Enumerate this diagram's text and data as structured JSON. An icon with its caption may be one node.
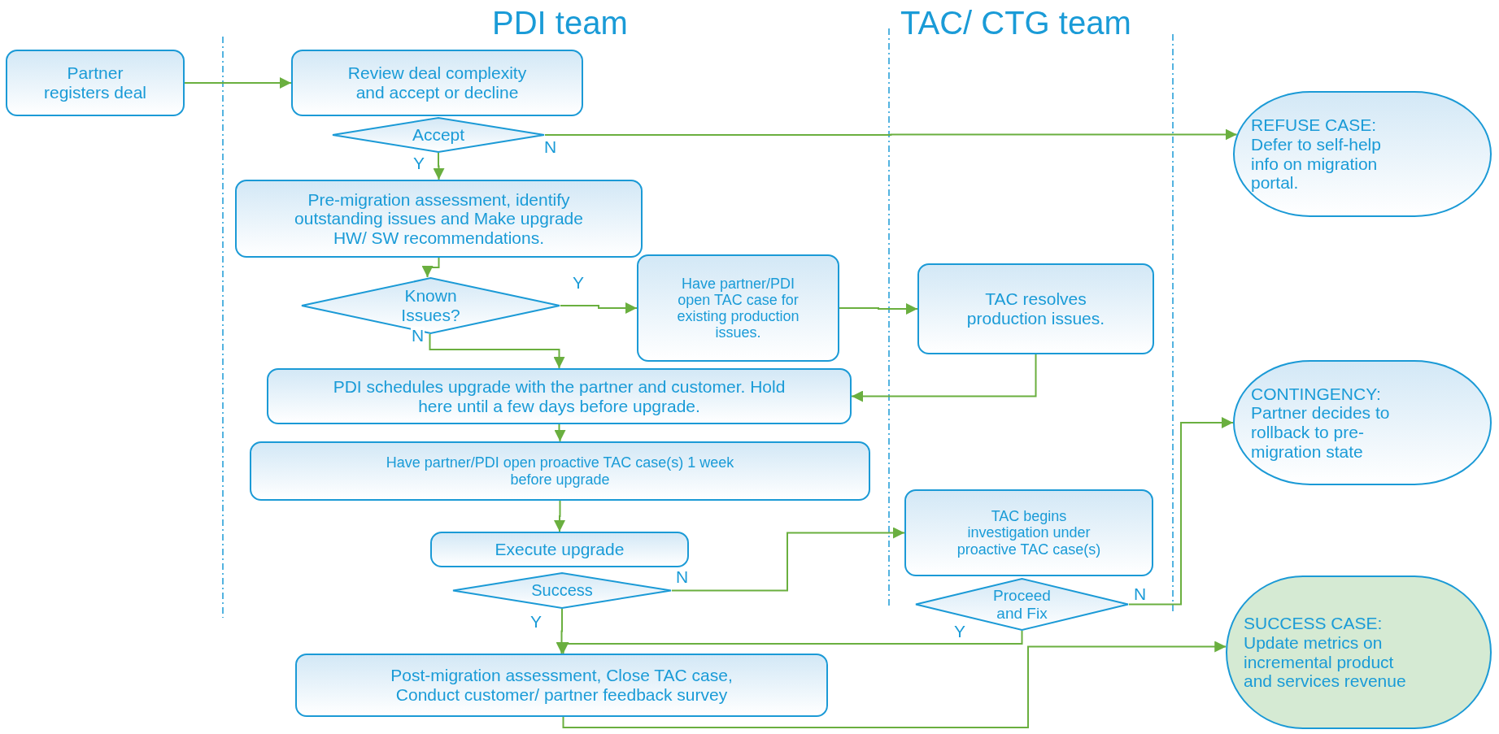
{
  "diagram": {
    "nodes": [
      {
        "text": [
          "Partner registers deal"
        ]
      },
      {
        "text": [
          "Review deal complexity and accept or decline"
        ]
      },
      {
        "text": [
          "Accept"
        ]
      },
      {
        "text": [
          "Pre-migration assessment, identify outstanding issues and Make upgrade HW/ SW recommendations."
        ]
      },
      {
        "text": [
          "Known Issues?"
        ]
      },
      {
        "text": [
          "Have partner/PDI open TAC case for existing production issues."
        ]
      },
      {
        "text": [
          "TAC resolves production issues."
        ]
      },
      {
        "text": [
          "PDI schedules upgrade with the partner and customer. Hold here until a few days before upgrade."
        ]
      },
      {
        "text": [
          "Have partner/PDI open proactive TAC case(s) 1 week before upgrade"
        ]
      },
      {
        "text": [
          "Execute upgrade"
        ]
      },
      {
        "text": [
          "Success"
        ]
      },
      {
        "text": [
          "Post-migration assessment, Close TAC case, Conduct customer/ partner feedback survey"
        ]
      },
      {
        "text": [
          "TAC begins investigation under proactive TAC case(s)"
        ]
      },
      {
        "text": [
          "Proceed and Fix"
        ]
      },
      {
        "text": [
          "REFUSE CASE: Defer to self-help info on migration portal."
        ]
      },
      {
        "text": [
          "CONTINGENCY: Partner decides to rollback to pre-migration state"
        ]
      },
      {
        "text": [
          "SUCCESS CASE: Update metrics on incremental product and services revenue"
        ]
      }
    ],
    "edges": [
      {
        "from": 0,
        "to": 1,
        "arrow": "to"
      },
      {
        "from": 2,
        "to": 3,
        "arrow": "to",
        "label": "Y"
      },
      {
        "from": 2,
        "to": 14,
        "arrow": "to",
        "label": "N"
      },
      {
        "from": 3,
        "to": 4,
        "arrow": "to"
      },
      {
        "from": 4,
        "to": 5,
        "arrow": "to",
        "label": "Y"
      },
      {
        "from": 4,
        "to": 7,
        "arrow": "to",
        "label": "N"
      },
      {
        "from": 5,
        "to": 6,
        "arrow": "to"
      },
      {
        "from": 6,
        "to": 7,
        "arrow": "to"
      },
      {
        "from": 7,
        "to": 8,
        "arrow": "to"
      },
      {
        "from": 8,
        "to": 9,
        "arrow": "to"
      },
      {
        "from": 10,
        "to": 11,
        "arrow": "to",
        "label": "Y"
      },
      {
        "from": 10,
        "to": 12,
        "arrow": "to",
        "label": "N"
      },
      {
        "from": 13,
        "to": 11,
        "arrow": "to",
        "label": "Y"
      },
      {
        "from": 13,
        "to": 15,
        "arrow": "to",
        "label": "N"
      },
      {
        "from": 11,
        "to": 16,
        "arrow": "to"
      }
    ],
    "labels": [
      "PDI team",
      "TAC/ CTG team"
    ]
  }
}
